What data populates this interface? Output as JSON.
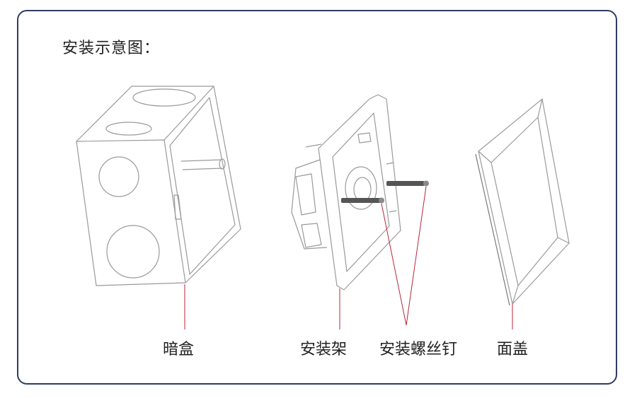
{
  "title": "安装示意图：",
  "labels": {
    "box": "暗盒",
    "bracket": "安装架",
    "screws": "安装螺丝钉",
    "cover": "面盖"
  },
  "colors": {
    "frame": "#2e3d63",
    "leader": "#b8273a",
    "sketch": "#9a9a9a",
    "screw": "#555555"
  }
}
